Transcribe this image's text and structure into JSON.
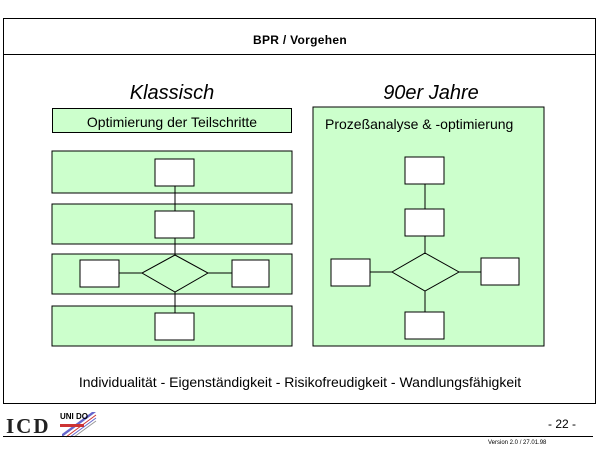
{
  "header": {
    "title": "BPR / Vorgehen"
  },
  "left": {
    "title": "Klassisch",
    "subtitle": "Optimierung der Teilschritte"
  },
  "right": {
    "title": "90er Jahre",
    "subtitle": "Prozeßanalyse & -optimierung"
  },
  "footer": {
    "text": "Individualität - Eigenständigkeit - Risikofreudigkeit - Wandlungsfähigkeit",
    "logo_icd": "ICD",
    "logo_uni": "UNI DO",
    "page_number": "- 22 -",
    "version": "Version 2.0 / 27.01.98"
  },
  "colors": {
    "fill": "#ccffcc",
    "stroke": "#000000"
  }
}
